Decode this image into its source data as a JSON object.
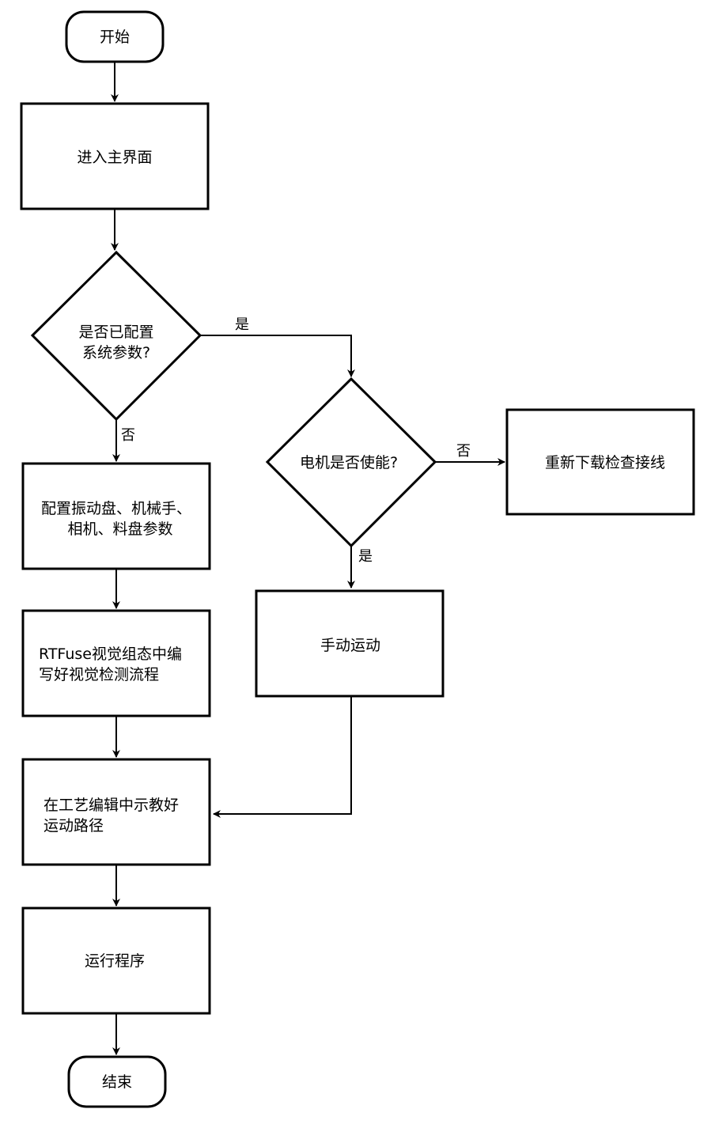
{
  "nodes": {
    "start": "开始",
    "main_ui": "进入主界面",
    "configured_q": [
      "是否已配置",
      "系统参数?"
    ],
    "config_params": [
      "配置振动盘、机械手、",
      "相机、料盘参数"
    ],
    "rtfuse": [
      "RTFuse视觉组态中编",
      "写好视觉检测流程"
    ],
    "teach_path": [
      "在工艺编辑中示教好",
      "运动路径"
    ],
    "run": "运行程序",
    "end": "结束",
    "motor_q": "电机是否使能?",
    "redownload": "重新下载检查接线",
    "manual": "手动运动"
  },
  "edges": {
    "configured_yes": "是",
    "configured_no": "否",
    "motor_no": "否",
    "motor_yes": "是"
  }
}
